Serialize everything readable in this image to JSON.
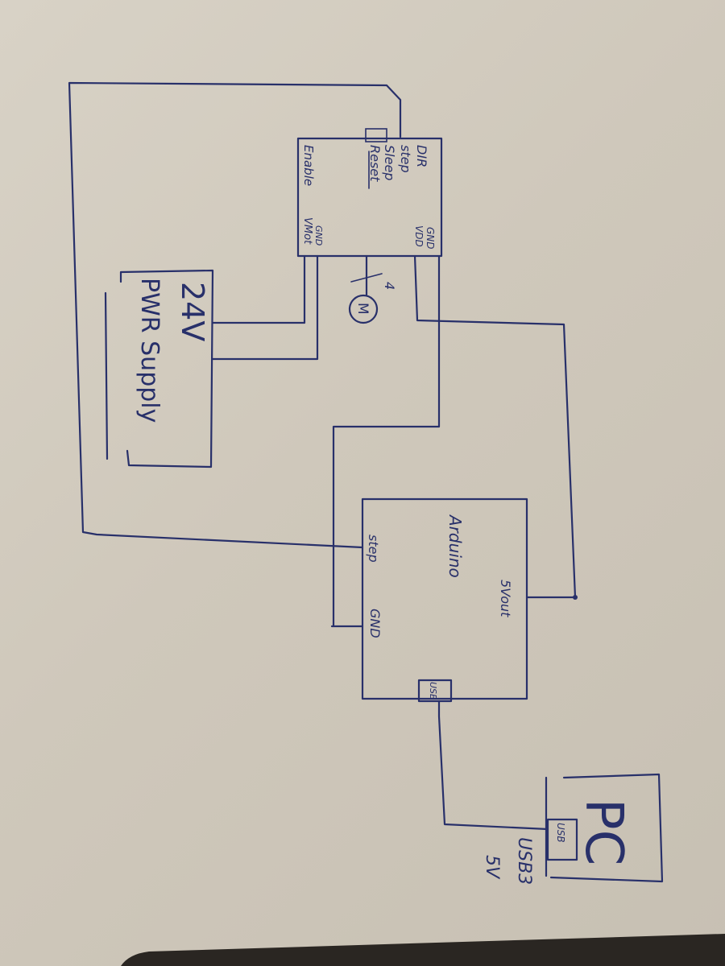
{
  "driver": {
    "pins_left": [
      "DIR",
      "step",
      "Sleep",
      "Reset"
    ],
    "enable": "Enable",
    "vmot": "VMot",
    "gnd_top": "GND",
    "gnd_bottom": "GND",
    "vdd": "VDD"
  },
  "motor": {
    "symbol": "M",
    "wires": "4"
  },
  "psu": {
    "voltage": "24V",
    "name": "PWR Supply"
  },
  "arduino": {
    "name": "Arduino",
    "step": "step",
    "gnd": "GND",
    "fivev": "5Vout",
    "usb": "USB"
  },
  "pc": {
    "name": "PC",
    "usb": "USB",
    "usb_spec": "USB3",
    "usb_voltage": "5V"
  },
  "colors": {
    "ink": "#28306a",
    "paper": "#d3ccc0"
  }
}
